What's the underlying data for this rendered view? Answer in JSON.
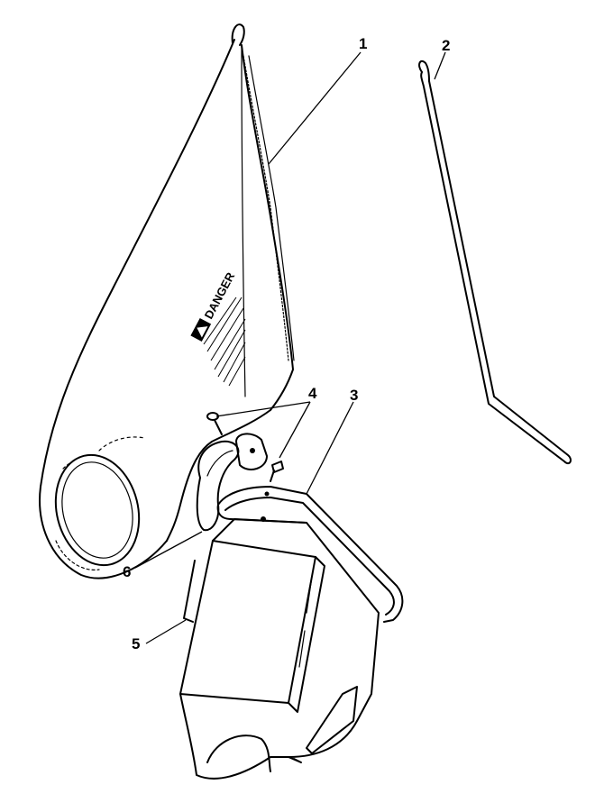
{
  "parts": [
    {
      "id": "1",
      "part": "grass-bag"
    },
    {
      "id": "2",
      "part": "support-rod"
    },
    {
      "id": "3",
      "part": "chute-frame"
    },
    {
      "id": "4",
      "part": "fasteners"
    },
    {
      "id": "5",
      "part": "discharge-chute"
    },
    {
      "id": "6",
      "part": "bag-clip"
    }
  ],
  "bag_label": {
    "text": "DANGER",
    "icon": "warning-triangle-icon"
  }
}
